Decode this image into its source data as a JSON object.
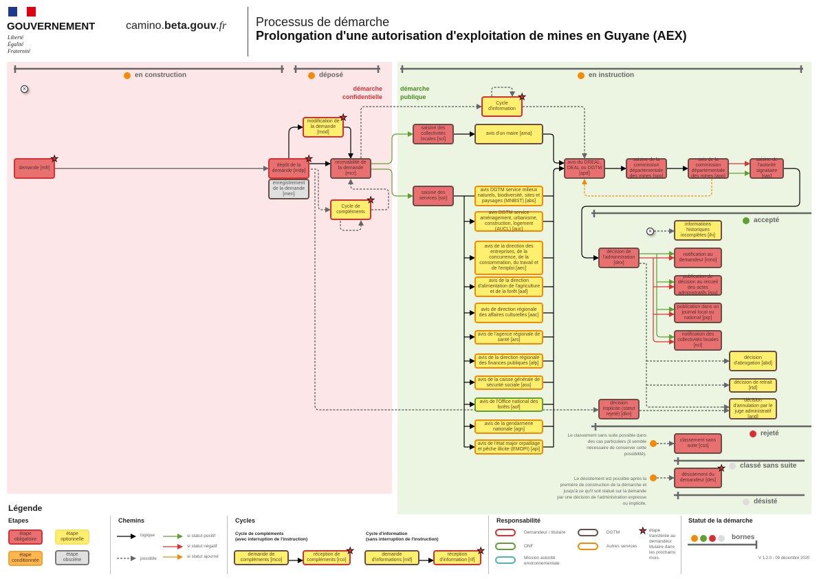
{
  "header": {
    "gov": "GOUVERNEMENT",
    "motto": [
      "Liberté",
      "Égalité",
      "Fraternité"
    ],
    "site_a": "camino.",
    "site_b": "beta.gouv",
    "site_c": ".fr",
    "subtitle": "Processus de démarche",
    "title": "Prolongation d'une autorisation d'exploitation de mines en Guyane (AEX)"
  },
  "phases": {
    "construction": "en construction",
    "depose": "déposé",
    "instruction": "en instruction",
    "accepte": "accepté",
    "rejete": "rejeté",
    "css": "classé sans suite",
    "desiste": "désisté"
  },
  "zones": {
    "confidentielle": "démarche confidentielle",
    "publique": "démarche publique"
  },
  "steps": {
    "mfr": "demande [mfr]",
    "mdp": "dépôt de la demande [mdp]",
    "men": "enregistrement de la demande [men]",
    "mod": "modification de la demande [mod]",
    "mcr": "recevabilité de la demande [mcr]",
    "cco": "Cycle de compléments",
    "cif": "Cycle d'information",
    "scl": "saisine des collectivités locales [scl]",
    "ssr": "saisine des services [ssr]",
    "ama": "avis d'un maire [ama]",
    "abs": "avis DGTM service milieux naturels, biodiversité, sites et paysages (MNBST) [abs]",
    "auc": "avis DGTM service aménagement, urbanisme, construction, logement (AUCL) [auc]",
    "aec": "avis de la direction des entreprises, de la concurrence, de la consommation, du travail et de l'emploi [aec]",
    "aaf": "avis de la direction d'alimentation de l'agriculture et de la forêt [aaf]",
    "aac": "avis de direction régionale des affaires culturelles [aac]",
    "ars": "avis de l'agence régionale de santé [ars]",
    "afp": "avis de la direction régionale des finances publiques [afp]",
    "ass": "avis de la caisse générale de sécurité sociale [ass]",
    "aof": "avis de l'Office national des forêts [aof]",
    "agn": "avis de la gendarmerie nationale [agn]",
    "api": "avis de l'état major orpaillage et pêche illicite (EMOPI) [api]",
    "apd": "avis du DREAL, DEAL ou DGTM [apd]",
    "spo": "saisine de la commission départementale des mines [spo]",
    "apo": "avis de la commission départementale des mines [apo]",
    "sas": "saisine de l'autorité signataire [sas]",
    "ihi": "informations historiques incomplètes [ihi]",
    "dex": "décision de l'administration [dex]",
    "mno": "notification au demandeur [mno]",
    "rpu": "publication de décision au recueil des actes administratifs [rpu]",
    "pqr": "publication dans un journal local ou national [pqr]",
    "ncl": "notification des collectivités locales [ncl]",
    "abd": "décision d'abrogation [abd]",
    "rtd": "décision de retrait [rtd]",
    "and": "décision d'annulation par le juge administratif [and]",
    "dim": "décision implicite (statut rejeté) [dim]",
    "css": "classement sans suite [css]",
    "des": "désistement du demandeur [des]"
  },
  "notes": {
    "css": "Le classement sans suite possible dans des cas particuliers (il semble nécessaire de conserver cette possibilité).",
    "des": "Le désistement est possible après la première de construction de la démarche et jusqu'à ce qu'il soit statué sur la demande par une décision de l'administration expresse ou implicite."
  },
  "legend": {
    "title": "Légende",
    "etapes": "Etapes",
    "obligatoire": "étape obligatoire",
    "optionnelle": "étape optionnelle",
    "conditionnee": "étape conditionnée",
    "obsolete": "étape obsolète",
    "chemins": "Chemins",
    "logique": "logique",
    "possible": "possible",
    "positif": "si statut positif",
    "negatif": "si statut négatif",
    "ajourne": "si statut ajourné",
    "cycles": "Cycles",
    "cco_title": "Cycle de compléments",
    "cco_sub": "(avec interruption de l'instruction)",
    "mco": "demande de compléments [mco]",
    "rco": "réception de compléments [rco]",
    "cif_title": "Cycle d'information",
    "cif_sub": "(sans interruption de l'instruction)",
    "mif": "demande d'informations [mif]",
    "rif": "réception d'information [rif]",
    "resp": "Responsabilité",
    "demandeur": "Demandeur / titulaire",
    "onf": "ONF",
    "mae": "Mission autorité environnementale",
    "dgtm": "DGTM",
    "autres": "Autres services",
    "star": "étape transférée au demandeur titulaire dans les prochains mois.",
    "statut": "Statut de la démarche",
    "bornes": "bornes",
    "version": "V 1.2.0 - 09 décembre 2020"
  },
  "colors": {
    "orange": "#f58a00",
    "green": "#5fa030",
    "red": "#d83030",
    "grey": "#dddddd"
  }
}
